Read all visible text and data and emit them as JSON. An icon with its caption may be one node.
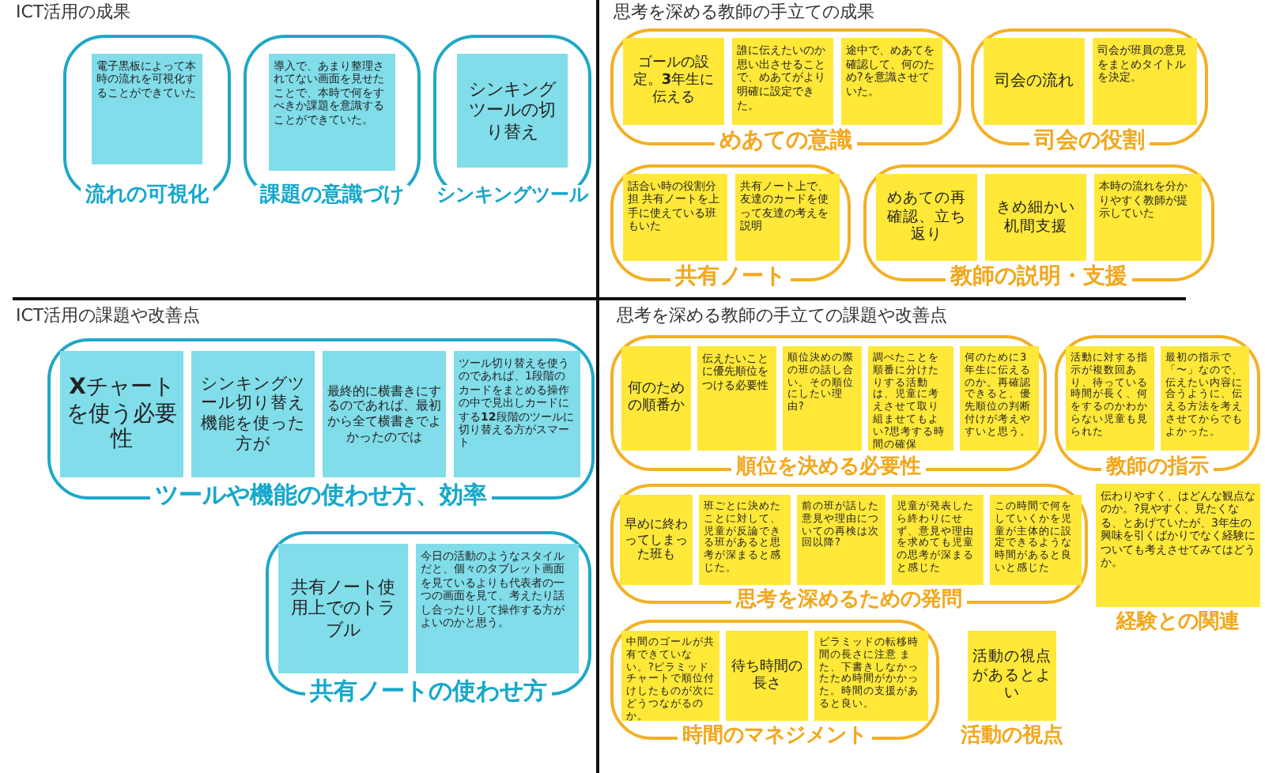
{
  "diagram": {
    "nodes": [
      {
        "text": [
          "ICT活用の成果"
        ]
      },
      {
        "text": [
          "流れの可視化"
        ],
        "in": 0
      },
      {
        "text": [
          "電子黒板によって本時の流れを可視化することができていた"
        ],
        "in": 1
      },
      {
        "text": [
          "課題の意識づけ"
        ],
        "in": 0
      },
      {
        "text": [
          "導入で、あまり整理されてない画面を見せたことで、本時で何をすべきか課題を意識することができていた。"
        ],
        "in": 3
      },
      {
        "text": [
          "シンキングツール"
        ],
        "in": 0
      },
      {
        "text": [
          "シンキングツールの切り替え"
        ],
        "in": 5
      },
      {
        "text": [
          "思考を深める教師の手立ての成果"
        ]
      },
      {
        "text": [
          "めあての意識"
        ],
        "in": 7
      },
      {
        "text": [
          "ゴールの設定。**3**年生に伝える"
        ],
        "in": 8
      },
      {
        "text": [
          "誰に伝えたいのか思い出させることで、めあてがより明確に設定できた。"
        ],
        "in": 8
      },
      {
        "text": [
          "途中で、めあてを確認して、何のため?を意識させていた。"
        ],
        "in": 8
      },
      {
        "text": [
          "司会の役割"
        ],
        "in": 7
      },
      {
        "text": [
          "司会の流れ"
        ],
        "in": 12
      },
      {
        "text": [
          "司会が班員の意見をまとめタイトルを決定。"
        ],
        "in": 12
      },
      {
        "text": [
          "共有ノート"
        ],
        "in": 7
      },
      {
        "text": [
          "話合い時の役割分担 共有ノートを上手に使えている班もいた"
        ],
        "in": 15
      },
      {
        "text": [
          "共有ノート上で、友達のカードを使って友達の考えを説明"
        ],
        "in": 15
      },
      {
        "text": [
          "教師の説明・支援"
        ],
        "in": 7
      },
      {
        "text": [
          "めあての再確認、立ち返り"
        ],
        "in": 18
      },
      {
        "text": [
          "きめ細かい机間支援"
        ],
        "in": 18
      },
      {
        "text": [
          "本時の流れを分かりやすく教師が提示していた"
        ],
        "in": 18
      },
      {
        "text": [
          "ICT活用の課題や改善点"
        ]
      },
      {
        "text": [
          "ツールや機能の使わせ方、効率"
        ],
        "in": 22
      },
      {
        "text": [
          "**X**チャートを使う必要性"
        ],
        "in": 23
      },
      {
        "text": [
          "シンキングツール切り替え機能を使った方が"
        ],
        "in": 23
      },
      {
        "text": [
          "最終的に横書きにするのであれば、最初から全て横書きでよかったのでは"
        ],
        "in": 23
      },
      {
        "text": [
          "ツール切り替えを使うのであれば、1段階のカードをまとめる操作の中で見出しカードにする**12**段階のツールに切り替える方がスマート"
        ],
        "in": 23
      },
      {
        "text": [
          "共有ノートの使わせ方"
        ],
        "in": 22
      },
      {
        "text": [
          "共有ノート使用上でのトラブル"
        ],
        "in": 28
      },
      {
        "text": [
          "今日の活動のようなスタイルだと、個々のタブレット画面を見ているよりも代表者の一つの画面を見て、考えたり話し合ったりして操作する方がよいのかと思う。"
        ],
        "in": 28
      },
      {
        "text": [
          "思考を深める教師の手立ての課題や改善点"
        ]
      },
      {
        "text": [
          "順位を決める必要性"
        ],
        "in": 31
      },
      {
        "text": [
          "何のための順番か"
        ],
        "in": 32
      },
      {
        "text": [
          "伝えたいことに優先順位をつける必要性"
        ],
        "in": 32
      },
      {
        "text": [
          "順位決めの際の班の話し合い。その順位にしたい理由?"
        ],
        "in": 32
      },
      {
        "text": [
          "調べたことを順番に分けたりする活動は、児童に考えさせて取り組ませてもよい?思考する時間の確保"
        ],
        "in": 32
      },
      {
        "text": [
          "何のために3年生に伝えるのか。再確認できると、優先順位の判断付けが考えやすいと思う。"
        ],
        "in": 32
      },
      {
        "text": [
          "教師の指示"
        ],
        "in": 31
      },
      {
        "text": [
          "活動に対する指示が複数回あり、待っている時間が長く、何をするのかわからない児童も見られた"
        ],
        "in": 38
      },
      {
        "text": [
          "最初の指示で「〜」なので、伝えたい内容に合うように、伝える方法を考えさせてからでもよかった。"
        ],
        "in": 38
      },
      {
        "text": [
          "思考を深めるための発問"
        ],
        "in": 31
      },
      {
        "text": [
          "早めに終わってしまった班も"
        ],
        "in": 41
      },
      {
        "text": [
          "班ごとに決めたことに対して、児童が反論できる班があると思考が深まると感じた。"
        ],
        "in": 41
      },
      {
        "text": [
          "前の班が話した意見や理由についての再検は次回以降?"
        ],
        "in": 41
      },
      {
        "text": [
          "児童が発表したら終わりにせず、意見や理由を求めても児童の思考が深まると感じた"
        ],
        "in": 41
      },
      {
        "text": [
          "この時間で何をしていくかを児童が主体的に設定できるような時間があると良いと感じた"
        ],
        "in": 41
      },
      {
        "text": [
          "時間のマネジメント"
        ],
        "in": 31
      },
      {
        "text": [
          "中間のゴールが共有できていない。?ピラミッドチャートで順位付けしたものが次にどうつながるのか。"
        ],
        "in": 47
      },
      {
        "text": [
          "待ち時間の長さ"
        ],
        "in": 47
      },
      {
        "text": [
          "ピラミッドの転移時間の長さに注意 また、下書きしなかったため時間がかかった。時間の支援があると良い。"
        ],
        "in": 47
      },
      {
        "text": [
          "活動の視点があるとよい"
        ],
        "in": 31,
        "beside": [
          "活動の視点"
        ]
      },
      {
        "text": [
          "伝わりやすく、はどんな観点なのか。?見やすく、見たくなる、とあげていたが、3年生の興味を引くばかりでなく経験についても考えさせてみてはどうか。"
        ],
        "in": 31,
        "beside": [
          "経験との関連"
        ]
      }
    ]
  }
}
